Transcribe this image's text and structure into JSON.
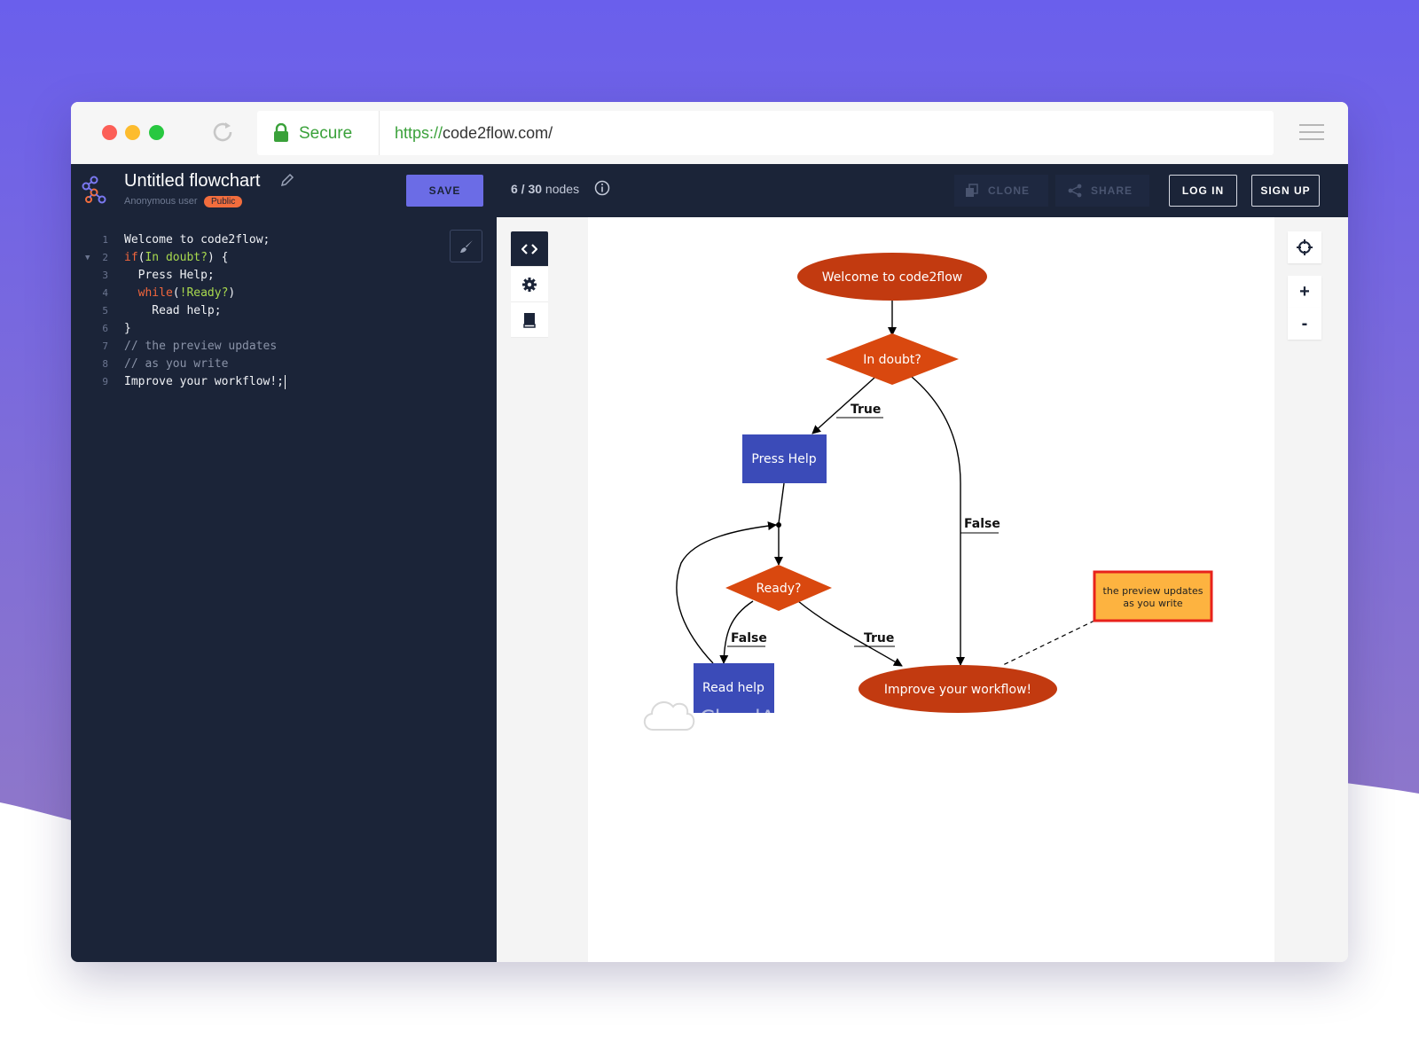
{
  "browser": {
    "secure_label": "Secure",
    "url_scheme": "https://",
    "url_rest": "code2flow.com/"
  },
  "header": {
    "title": "Untitled flowchart",
    "user": "Anonymous user",
    "visibility": "Public",
    "save_label": "SAVE",
    "nodes_count": "6 / 30",
    "nodes_suffix": "nodes",
    "clone_label": "CLONE",
    "share_label": "SHARE",
    "login_label": "LOG IN",
    "signup_label": "SIGN UP"
  },
  "editor": {
    "lines": [
      {
        "n": "1",
        "text": "Welcome to code2flow;"
      },
      {
        "n": "2",
        "kw": "if",
        "cond": "In doubt?",
        "rest": ") {"
      },
      {
        "n": "3",
        "text": "  Press Help;"
      },
      {
        "n": "4",
        "kw": "while",
        "cond": "!Ready?",
        "rest": ")"
      },
      {
        "n": "5",
        "text": "    Read help;"
      },
      {
        "n": "6",
        "text": "}"
      },
      {
        "n": "7",
        "comment": "// the preview updates"
      },
      {
        "n": "8",
        "comment": "// as you write"
      },
      {
        "n": "9",
        "text": "Improve your workflow!;"
      }
    ]
  },
  "flowchart": {
    "start": "Welcome to code2flow",
    "decision1": "In doubt?",
    "label_true1": "True",
    "label_false1": "False",
    "press_help": "Press Help",
    "decision2": "Ready?",
    "label_false2": "False",
    "label_true2": "True",
    "read_help": "Read help",
    "end": "Improve your workflow!",
    "note_line1": "the preview updates",
    "note_line2": "as you write",
    "watermark": "CloudApp"
  },
  "colors": {
    "brand_purple": "#6b6ce6",
    "node_red": "#c23a10",
    "node_orange": "#d9480f",
    "node_blue": "#3b4bb8",
    "note_fill": "#fdb340",
    "note_border": "#e8221b",
    "editor_bg": "#1b2438"
  },
  "icons": [
    "lock-icon",
    "reload-icon",
    "hamburger-icon",
    "logo-icon",
    "pencil-icon",
    "info-icon",
    "clone-icon",
    "share-icon",
    "brush-icon",
    "code-icon",
    "gear-icon",
    "book-icon",
    "crosshair-icon"
  ]
}
